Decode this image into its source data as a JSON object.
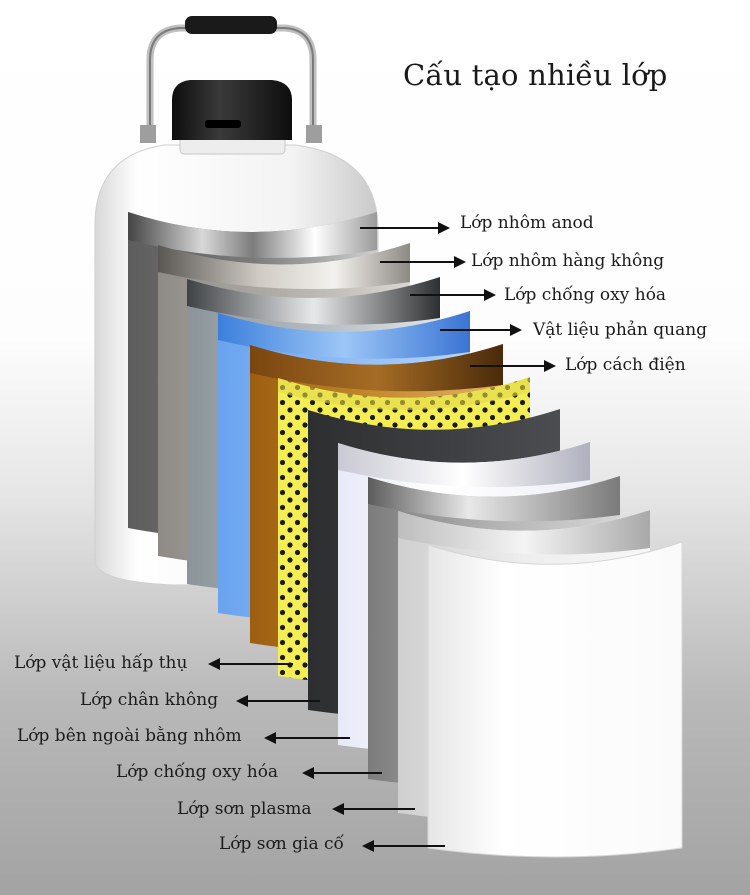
{
  "title": "Cấu tạo nhiều lớp",
  "layers_right": [
    "Lớp nhôm anod",
    "Lớp nhôm hàng không",
    "Lớp chống oxy hóa",
    "Vật liệu phản quang",
    "Lớp cách điện"
  ],
  "layers_left": [
    "Lớp vật liệu hấp thụ",
    "Lớp chân không",
    "Lớp bên ngoài bằng nhôm",
    "Lớp chống oxy hóa",
    "Lớp sơn plasma",
    "Lớp sơn gia cố"
  ],
  "colors": {
    "anod_aluminum": "#6f6f6f",
    "aviation_aluminum": "#a39e98",
    "anti_oxidation": "#9aa3a8",
    "reflective": "#7fb1f2",
    "insulation": "#b5741b",
    "absorbent": "#f4ee55",
    "vacuum": "#3a3b3d",
    "outer_aluminum": "#f7f8ff",
    "anti_oxidation_outer": "#9b9b9b",
    "plasma_coating": "#e8e8e8",
    "reinforced_coating": "#ffffff",
    "cap": "#1c1c1c"
  }
}
